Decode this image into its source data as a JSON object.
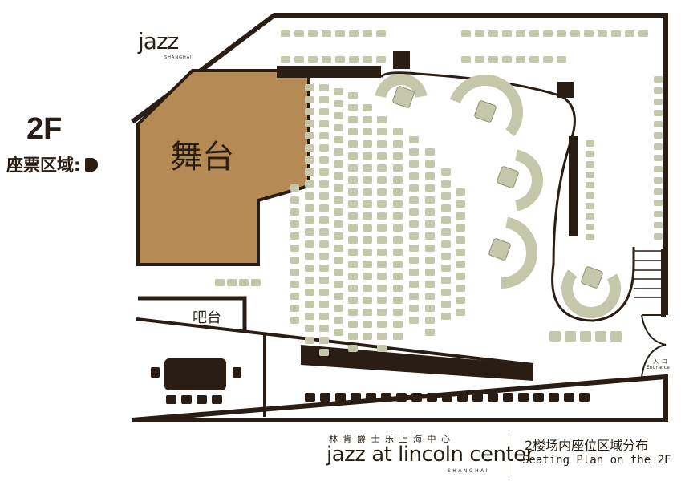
{
  "logo": {
    "text": "jazz",
    "subtext": "SHANGHAI"
  },
  "floor_label": "2F",
  "zone": {
    "label": "座票区域:",
    "code": "D"
  },
  "areas": {
    "stage": "舞台",
    "bar": "吧台"
  },
  "entrance": {
    "cn": "入口",
    "en": "Entrance"
  },
  "footer": {
    "venue_cn": "林肯爵士乐上海中心",
    "venue_brand": "jazz at lincoln center",
    "venue_sub": "SHANGHAI",
    "plan_title_cn": "2楼场内座位区域分布",
    "plan_title_en": "Seating Plan on the 2F"
  },
  "colors": {
    "wall": "#2a1d14",
    "stage": "#b68a55",
    "seat": "#c4c7a9",
    "seat_outline": "#a9ad8c"
  }
}
